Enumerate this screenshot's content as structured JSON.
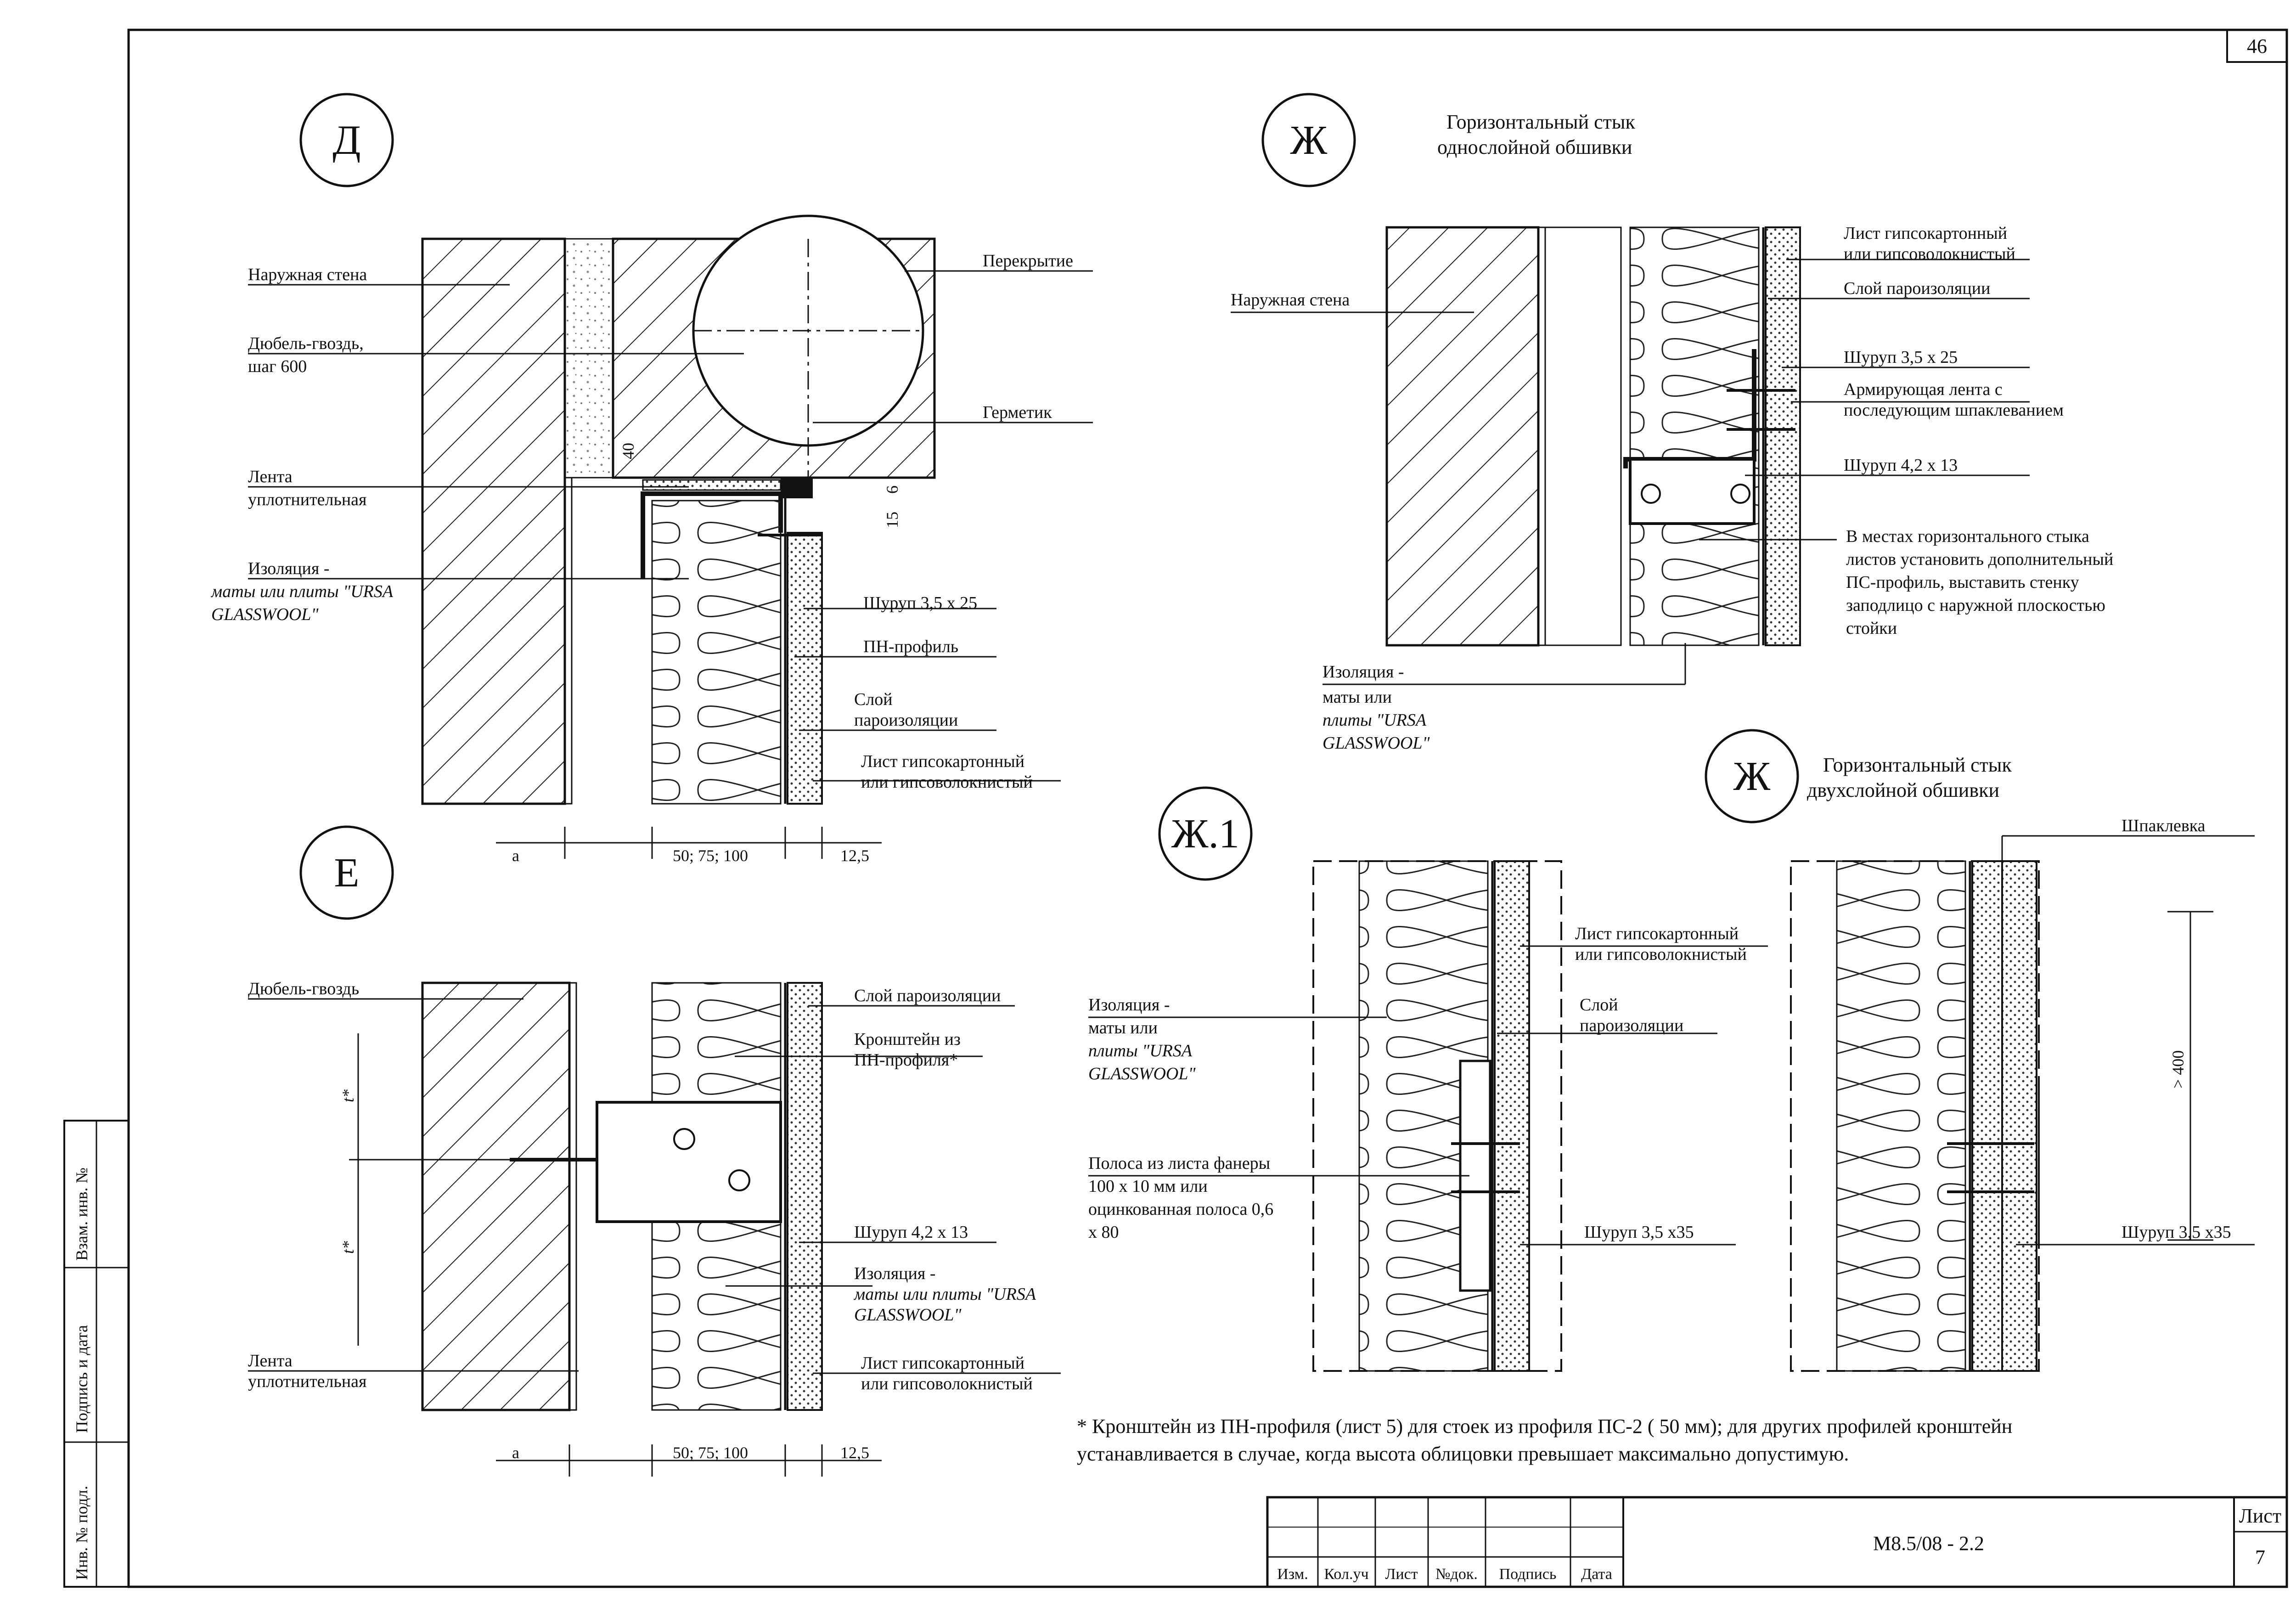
{
  "sheet": {
    "page_number": "46",
    "code": "М8.5/08 - 2.2",
    "list_label": "Лист",
    "list_number": "7",
    "side_stamp": [
      "Взам. инв. №",
      "Подпись и дата",
      "Инв. № подл."
    ],
    "title_block_cols": [
      "Изм.",
      "Кол.уч",
      "Лист",
      "№док.",
      "Подпись",
      "Дата"
    ]
  },
  "details": {
    "d": {
      "marker": "Д",
      "labels": {
        "outer_wall": "Наружная стена",
        "dowel1": "Дюбель-гвоздь,",
        "dowel2": "шаг 600",
        "slab": "Перекрытие",
        "sealant": "Герметик",
        "tape1": "Лента",
        "tape2": "уплотнительная",
        "ins1": "Изоляция -",
        "ins2": "маты или плиты \"URSA",
        "ins3": "GLASSWOOL\"",
        "screw": "Шуруп 3,5 х 25",
        "pn": "ПН-профиль",
        "vapor1": "Слой",
        "vapor2": "пароизоляции",
        "board1": "Лист гипсокартонный",
        "board2": "или гипсоволокнистый"
      },
      "dims": {
        "a": "а",
        "mid": "50; 75; 100",
        "right": "12,5",
        "h40": "40",
        "h15": "15",
        "h6": "6"
      }
    },
    "e": {
      "marker": "Е",
      "labels": {
        "dowel": "Дюбель-гвоздь",
        "vapor": "Слой пароизоляции",
        "bracket1": "Кронштейн из",
        "bracket2": "ПН-профиля*",
        "screw": "Шуруп 4,2 х 13",
        "ins1": "Изоляция -",
        "ins2": "маты или плиты \"URSA",
        "ins3": "GLASSWOOL\"",
        "tape1": "Лента",
        "tape2": "уплотнительная",
        "board1": "Лист гипсокартонный",
        "board2": "или гипсоволокнистый"
      },
      "dims": {
        "a": "а",
        "mid": "50; 75; 100",
        "right": "12,5",
        "t1": "t*",
        "t2": "t*"
      }
    },
    "zh": {
      "marker": "Ж",
      "title1": "Горизонтальный стык",
      "title2": "однослойной обшивки",
      "labels": {
        "outer_wall": "Наружная стена",
        "board1": "Лист гипсокартонный",
        "board2": "или гипсоволокнистый",
        "vapor": "Слой пароизоляции",
        "screw1": "Шуруп 3,5 х 25",
        "tape1": "Армирующая лента с",
        "tape2": "последующим шпаклеванием",
        "screw2": "Шуруп 4,2 х 13",
        "note1": "В местах горизонтального стыка",
        "note2": "листов установить дополнительный",
        "note3": "ПС-профиль, выставить  стенку",
        "note4": "заподлицо с  наружной плоскостью",
        "note5": "стойки",
        "ins1": "Изоляция -",
        "ins2": "маты или",
        "ins3": "плиты \"URSA",
        "ins4": "GLASSWOOL\""
      }
    },
    "zh1": {
      "marker": "Ж.1",
      "labels": {
        "board1": "Лист гипсокартонный",
        "board2": "или гипсоволокнистый",
        "ins1": "Изоляция -",
        "ins2": "маты или",
        "ins3": "плиты \"URSA",
        "ins4": "GLASSWOOL\"",
        "vapor1": "Слой",
        "vapor2": "пароизоляции",
        "strip1": "Полоса из листа фанеры",
        "strip2": "100  х 10 мм или",
        "strip3": "оцинкованная полоса 0,6",
        "strip4": "х 80",
        "screw": "Шуруп 3,5 х35"
      }
    },
    "zh2": {
      "marker": "Ж",
      "title1": "Горизонтальный стык",
      "title2": "двухслойной обшивки",
      "labels": {
        "putty": "Шпаклевка",
        "screw": "Шуруп 3,5 х35"
      },
      "dims": {
        "spacing": "> 400"
      }
    }
  },
  "footnote": {
    "line1": "* Кронштейн из ПН-профиля (лист 5) для стоек из профиля ПС-2 ( 50 мм); для других профилей кронштейн",
    "line2": "устанавливается в случае, когда высота облицовки превышает максимально допустимую."
  }
}
